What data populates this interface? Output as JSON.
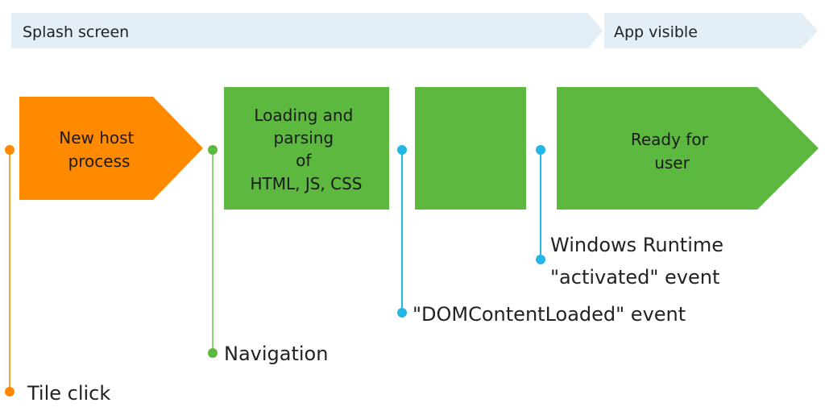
{
  "phases": {
    "splash_label": "Splash screen",
    "app_visible_label": "App visible"
  },
  "stages": {
    "host": [
      "New host",
      "process"
    ],
    "loading": [
      "Loading and",
      "parsing",
      "of",
      "HTML, JS, CSS"
    ],
    "ready": [
      "Ready for",
      "user"
    ]
  },
  "events": {
    "tile_click": "Tile click",
    "navigation": "Navigation",
    "dom_content_loaded": "\"DOMContentLoaded\" event",
    "activated": [
      "Windows Runtime",
      "\"activated\" event"
    ]
  },
  "colors": {
    "phase_fill": "#e3eef7",
    "host_orange": "#ff8a00",
    "stage_green": "#5cb83f",
    "nav_green_line": "#8fd77a",
    "event_blue": "#22b5e6",
    "tile_orange_line": "#f5a43c"
  }
}
